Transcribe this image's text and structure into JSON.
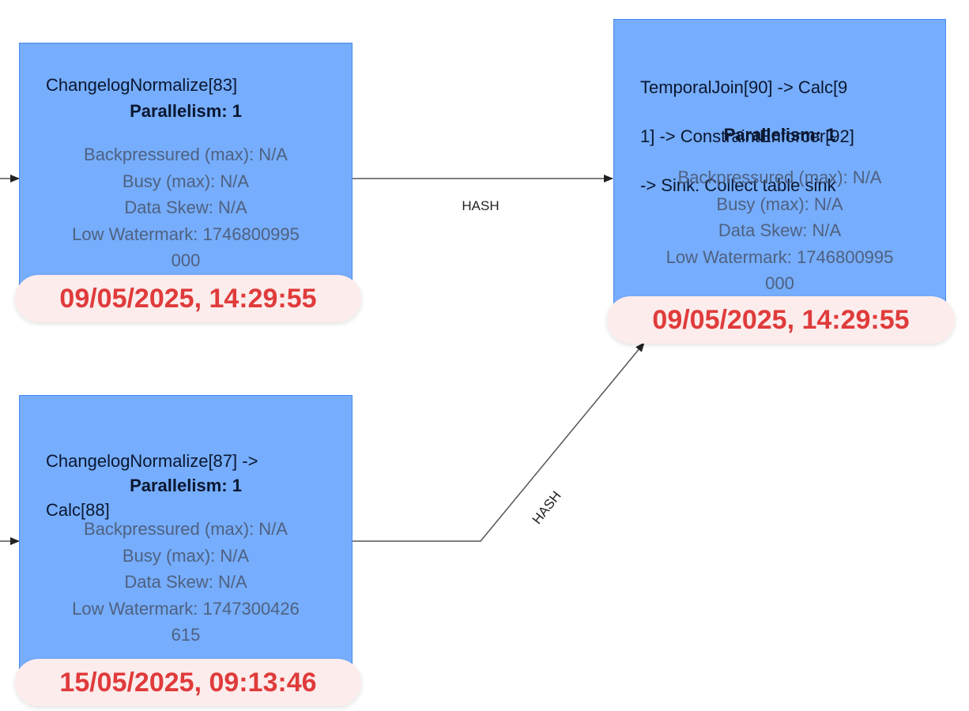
{
  "nodes": {
    "changelog83": {
      "title": "ChangelogNormalize[83]",
      "parallelism": "Parallelism: 1",
      "backpressured": "Backpressured (max): N/A",
      "busy": "Busy (max): N/A",
      "skew": "Data Skew: N/A",
      "watermark_line1": "Low Watermark: 1746800995",
      "watermark_line2": "000",
      "timestamp": "09/05/2025, 14:29:55"
    },
    "temporal_join": {
      "title_line1": "TemporalJoin[90] -> Calc[9",
      "title_line2": "1] -> ConstraintEnforcer[92]",
      "title_line3": "-> Sink: Collect table sink",
      "parallelism": "Parallelism: 1",
      "backpressured": "Backpressured (max): N/A",
      "busy": "Busy (max): N/A",
      "skew": "Data Skew: N/A",
      "watermark_line1": "Low Watermark: 1746800995",
      "watermark_line2": "000",
      "timestamp": "09/05/2025, 14:29:55"
    },
    "changelog87": {
      "title_line1": "ChangelogNormalize[87] ->",
      "title_line2": "Calc[88]",
      "parallelism": "Parallelism: 1",
      "backpressured": "Backpressured (max): N/A",
      "busy": "Busy (max): N/A",
      "skew": "Data Skew: N/A",
      "watermark_line1": "Low Watermark: 1747300426",
      "watermark_line2": "615",
      "timestamp": "15/05/2025, 09:13:46"
    }
  },
  "edges": {
    "top_label": "HASH",
    "bottom_label": "HASH"
  },
  "colors": {
    "node_fill": "#76adfc",
    "node_border": "#4a8df0",
    "timestamp_text": "#e03b3b",
    "timestamp_bg": "#fcecec",
    "edge": "#555555"
  }
}
